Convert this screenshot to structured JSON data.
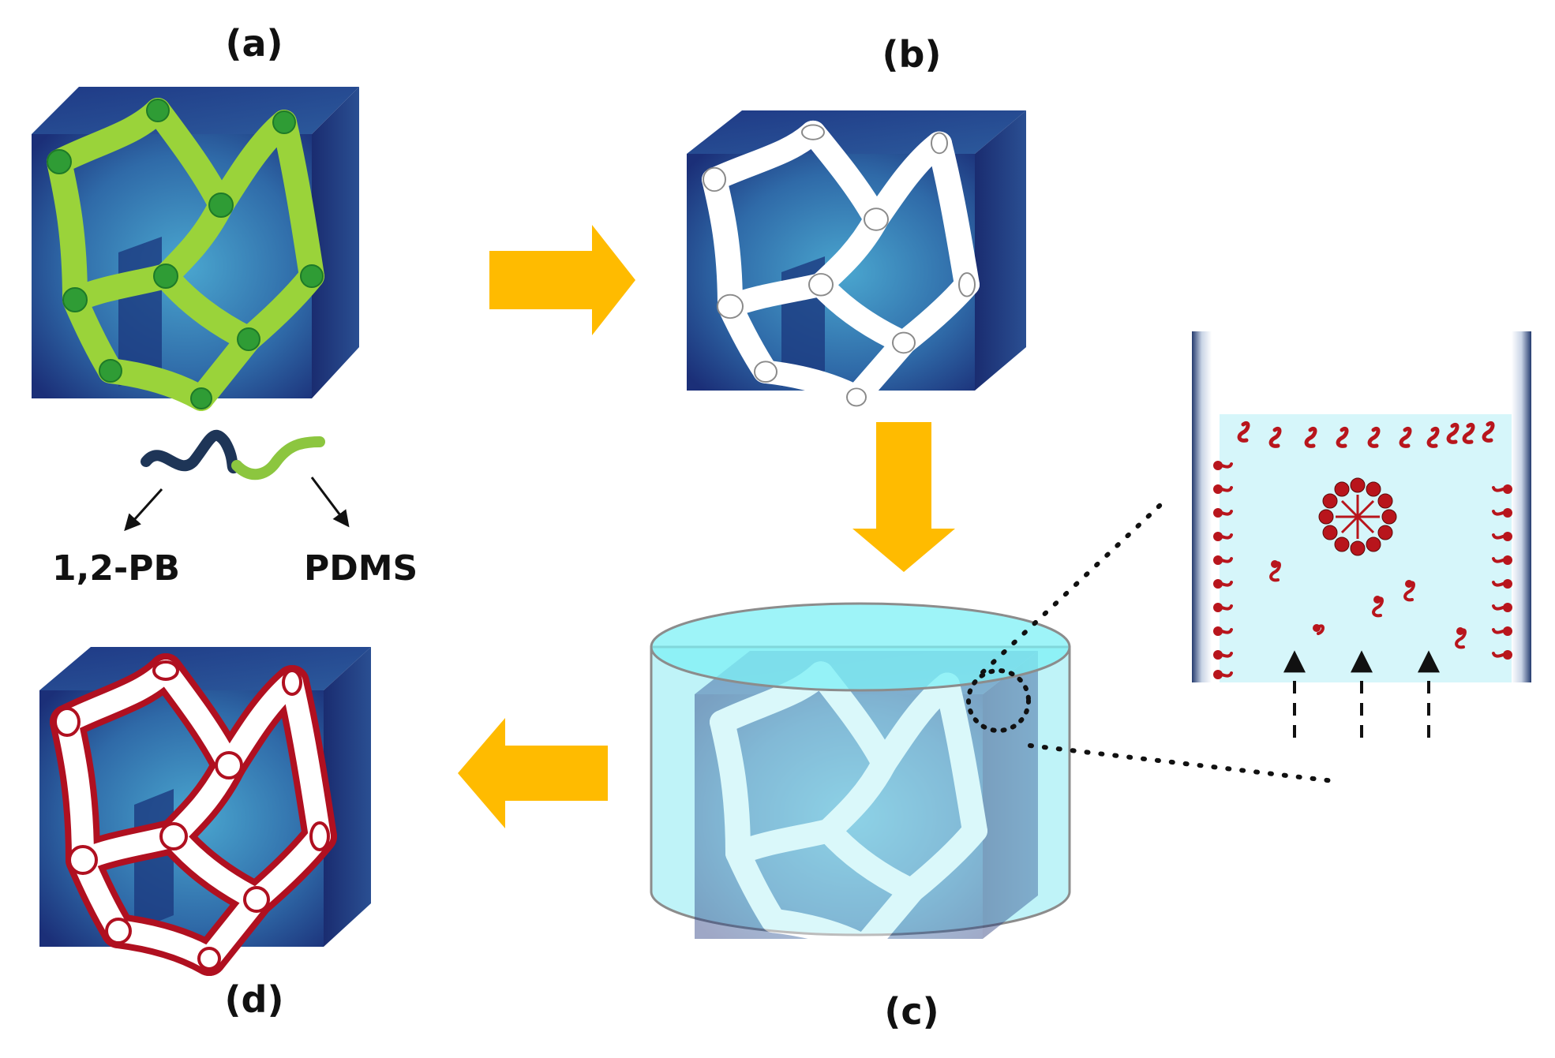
{
  "labels": {
    "a": "(a)",
    "b": "(b)",
    "c": "(c)",
    "d": "(d)"
  },
  "chain": {
    "left_block": "1,2-PB",
    "right_block": "PDMS"
  },
  "colors": {
    "cube_dark": "#1b2f78",
    "cube_light": "#3f8fc0",
    "network_green": "#9ad33a",
    "network_white": "#ffffff",
    "coating_red": "#b01020",
    "process_arrow": "#ffbb00",
    "water": "#bff3f8",
    "chain_pb": "#1e3557",
    "chain_pdms": "#8cc63f",
    "surfactant_red": "#b8151c"
  }
}
